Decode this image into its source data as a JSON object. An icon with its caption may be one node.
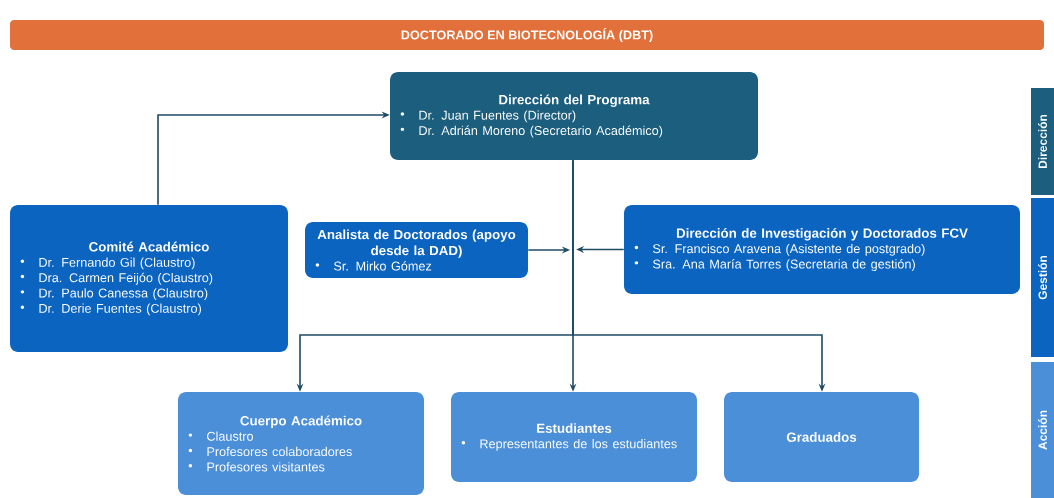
{
  "diagram": {
    "nodes": [
      {
        "text": [
          "DOCTORADO EN BIOTECNOLOGÍA (DBT)"
        ]
      },
      {
        "text": [
          "Dirección del Programa",
          "Dr. Juan Fuentes (Director)",
          "Dr. Adrián Moreno (Secretario Académico)"
        ]
      },
      {
        "text": [
          "Comité Académico",
          "Dr. Fernando Gil (Claustro)",
          "Dra. Carmen Feijóo (Claustro)",
          "Dr. Paulo Canessa (Claustro)",
          "Dr. Derie Fuentes (Claustro)"
        ]
      },
      {
        "text": [
          "Analista de Doctorados (apoyo desde la DAD)",
          "Sr. Mirko Gómez"
        ]
      },
      {
        "text": [
          "Dirección de Investigación y Doctorados FCV",
          "Sr. Francisco Aravena (Asistente de postgrado)",
          "Sra. Ana María Torres (Secretaria de gestión)"
        ]
      },
      {
        "text": [
          "Cuerpo Académico",
          "Claustro",
          "Profesores colaboradores",
          "Profesores visitantes"
        ]
      },
      {
        "text": [
          "Estudiantes",
          "Representantes de los estudiantes"
        ]
      },
      {
        "text": [
          "Graduados"
        ]
      },
      {
        "text": [
          "Dirección"
        ]
      },
      {
        "text": [
          "Gestión"
        ]
      },
      {
        "text": [
          "Acción"
        ]
      }
    ],
    "edges": [
      {
        "from": 2,
        "to": 1,
        "arrow": "to"
      },
      {
        "from": 1,
        "to": 5,
        "arrow": "to"
      },
      {
        "from": 1,
        "to": 6,
        "arrow": "to"
      },
      {
        "from": 1,
        "to": 7,
        "arrow": "to"
      },
      {
        "from": 3,
        "to": null,
        "arrow": "to"
      },
      {
        "from": 4,
        "to": null,
        "arrow": "to"
      }
    ]
  }
}
